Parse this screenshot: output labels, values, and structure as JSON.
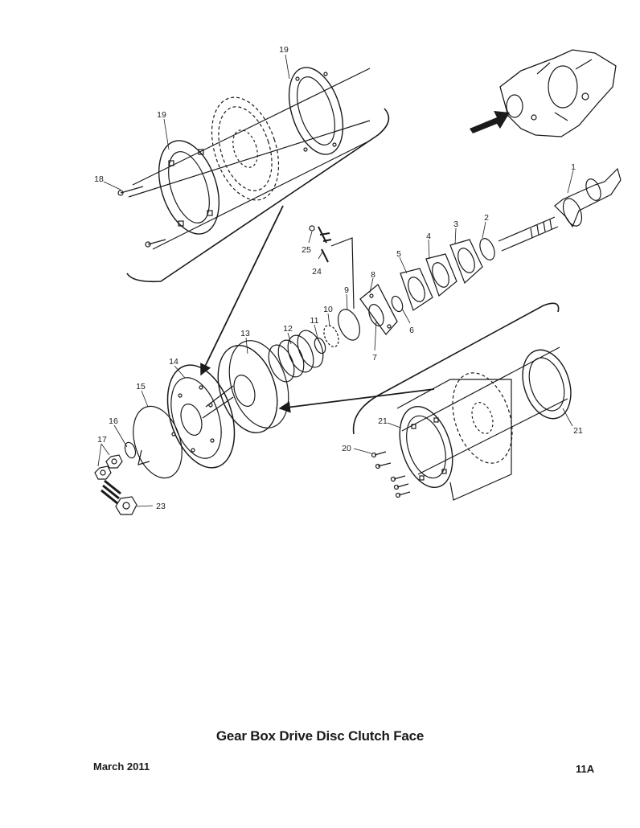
{
  "callouts": [
    "1",
    "2",
    "3",
    "4",
    "5",
    "6",
    "7",
    "8",
    "9",
    "10",
    "11",
    "12",
    "13",
    "14",
    "15",
    "16",
    "17",
    "18",
    "19",
    "20",
    "21",
    "23",
    "24",
    "25"
  ],
  "title": "Gear Box Drive Disc Clutch Face",
  "date": "March 2011",
  "page_number": "11A",
  "colors": {
    "line": "#1a1a1a",
    "background": "#ffffff"
  }
}
